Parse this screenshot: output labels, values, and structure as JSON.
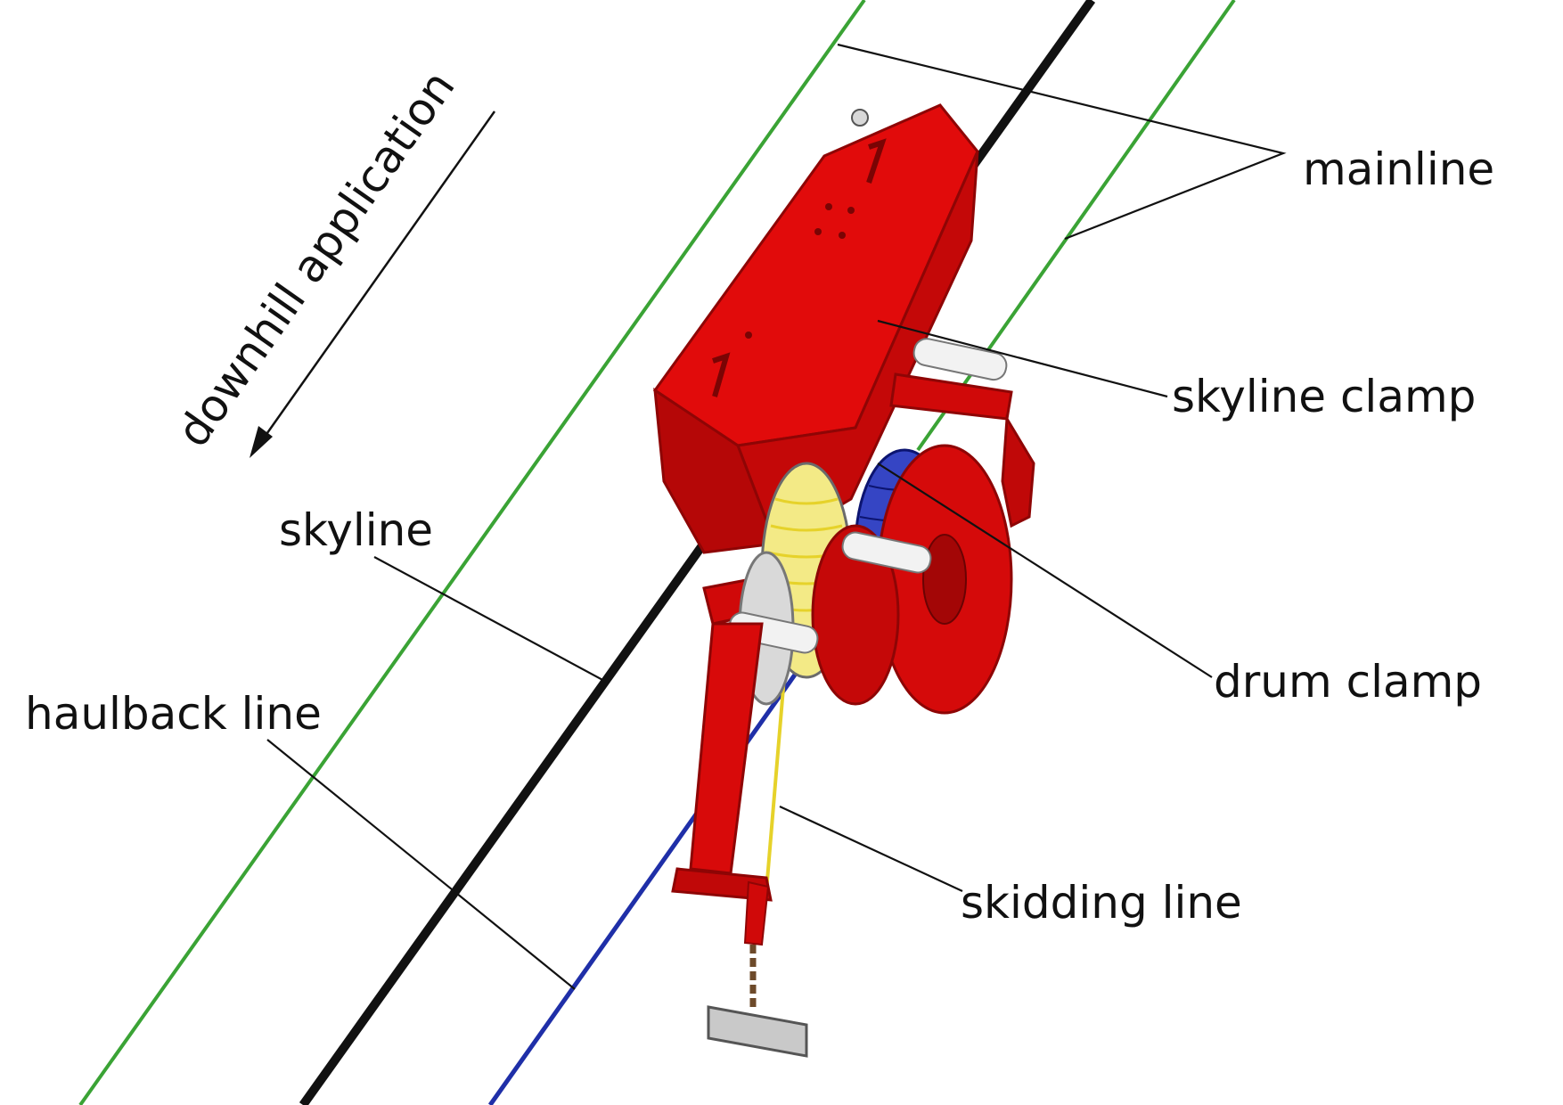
{
  "direction": {
    "label": "downhill application"
  },
  "labels": {
    "mainline": "mainline",
    "skyline_clamp": "skyline clamp",
    "skyline": "skyline",
    "drum_clamp": "drum clamp",
    "haulback_line": "haulback line",
    "skidding_line": "skidding line"
  },
  "colors": {
    "mainline": "#3aa335",
    "skyline": "#111111",
    "haulback_line": "#1f2fa8",
    "skidding_line": "#e6d22a",
    "carriage_body": "#e10b0b",
    "carriage_dark": "#a30606",
    "roller": "#f2f2f2",
    "choker_plate": "#c9c9c9"
  }
}
